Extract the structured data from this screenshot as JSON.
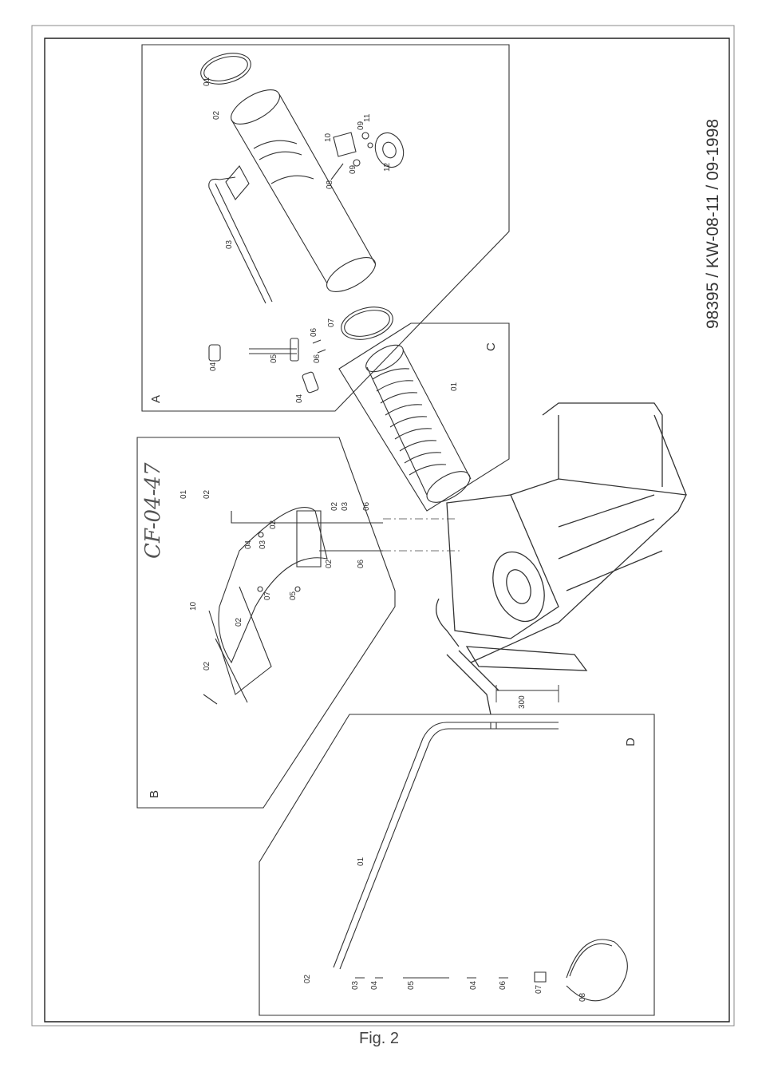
{
  "drawing": {
    "reference": "98395 / KW-08-11 / 09-1998",
    "handwritten_note": "CF-04-47",
    "figure_caption": "Fig. 2",
    "dimension": "300"
  },
  "panels": [
    {
      "id": "A",
      "parts": [
        "01",
        "02",
        "03",
        "04",
        "04",
        "05",
        "06",
        "06",
        "07",
        "08",
        "09",
        "09",
        "10",
        "11",
        "12"
      ]
    },
    {
      "id": "B",
      "parts": [
        "01",
        "02",
        "02",
        "02",
        "02",
        "02",
        "02",
        "03",
        "03",
        "04",
        "05",
        "06",
        "06",
        "07",
        "10"
      ]
    },
    {
      "id": "C",
      "parts": [
        "01"
      ]
    },
    {
      "id": "D",
      "parts": [
        "01",
        "02",
        "03",
        "04",
        "04",
        "05",
        "06",
        "07",
        "08"
      ]
    }
  ]
}
